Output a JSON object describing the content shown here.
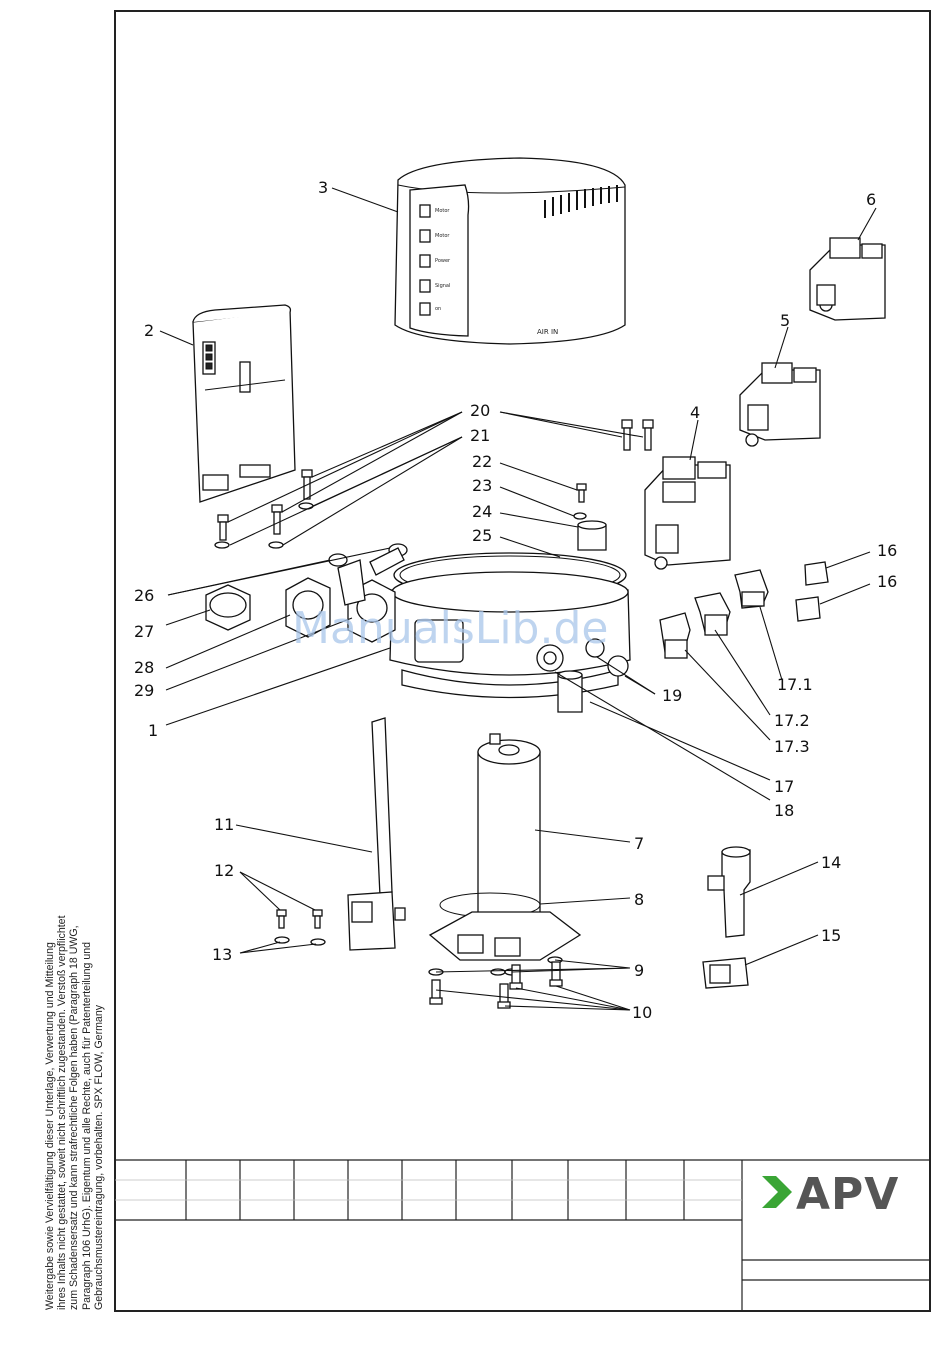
{
  "side_text": [
    "Weitergabe sowie Vervielfältigung dieser Unterlage, Verwertung und Mitteilung",
    "ihres Inhalts nicht gestattet, soweit nicht schriftlich zugestanden. Verstoß verpflichtet",
    "zum Schadensersatz und kann strafrechtliche Folgen haben (Paragraph 18 UWG,",
    "Paragraph 106 UrhG). Eigentum und alle Rechte, auch für Patenterteilung und",
    "Gebrauchsmustereintragung, vorbehalten. SPX FLOW, Germany"
  ],
  "watermark": "ManualsLib.de",
  "logo": {
    "chevron": "›",
    "text": "APV",
    "chevron_color": "#3aa535",
    "text_color": "#555555"
  },
  "cover_labels": [
    "AIR IN"
  ],
  "part_labels": {
    "p1": "1",
    "p2": "2",
    "p3": "3",
    "p4": "4",
    "p5": "5",
    "p6": "6",
    "p7": "7",
    "p8": "8",
    "p9": "9",
    "p10": "10",
    "p11": "11",
    "p12": "12",
    "p13": "13",
    "p14": "14",
    "p15": "15",
    "p16a": "16",
    "p16b": "16",
    "p17": "17",
    "p17_1": "17.1",
    "p17_2": "17.2",
    "p17_3": "17.3",
    "p18": "18",
    "p19": "19",
    "p20": "20",
    "p21": "21",
    "p22": "22",
    "p23": "23",
    "p24": "24",
    "p25": "25",
    "p26": "26",
    "p27": "27",
    "p28": "28",
    "p29": "29"
  }
}
